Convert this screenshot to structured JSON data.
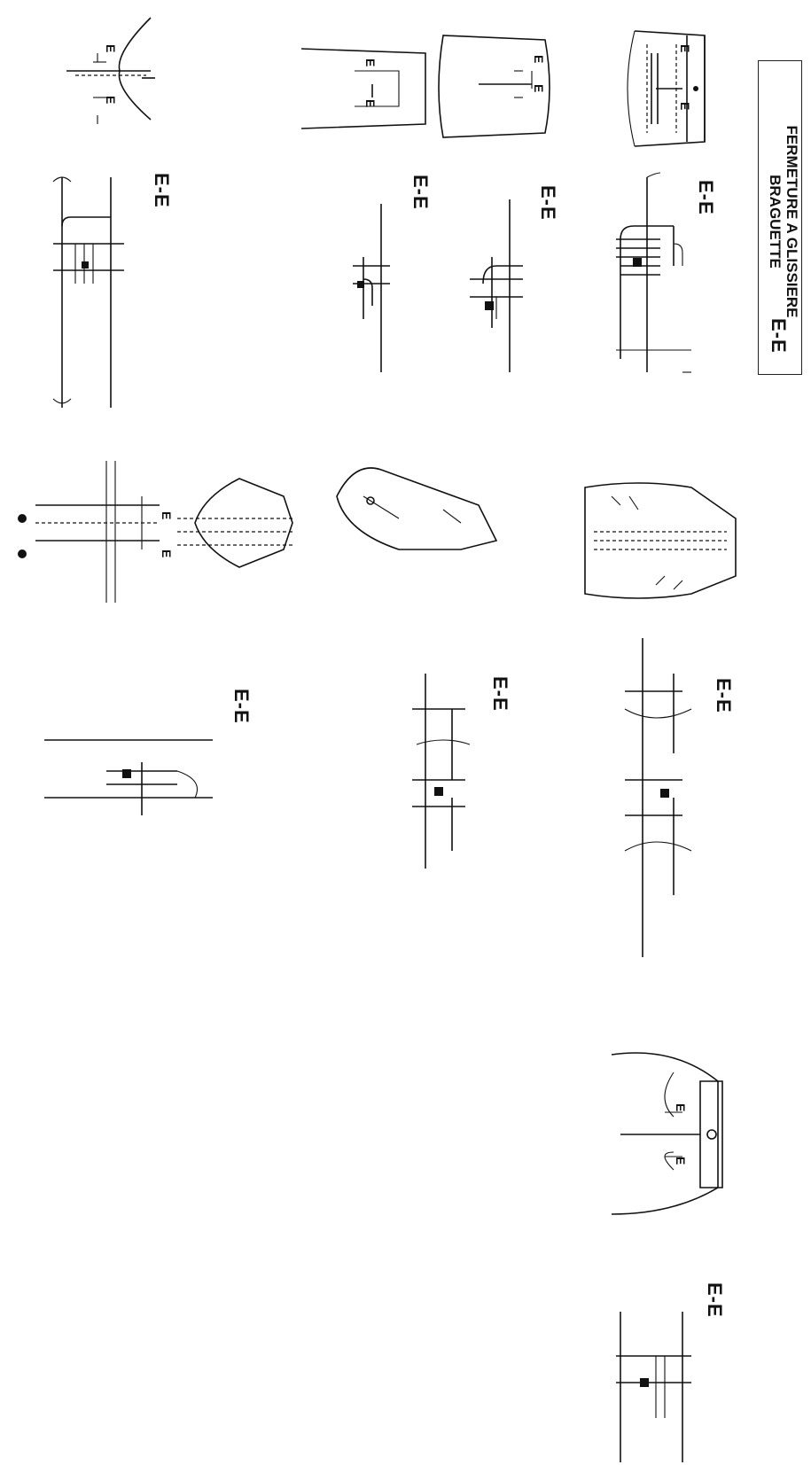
{
  "title": {
    "line1": "FERMETURE A GLISSIERE",
    "line2": "BRAGUETTE",
    "code": "E-E"
  },
  "section_label": "E-E",
  "section_marker": "E",
  "diagrams": [
    {
      "id": "trouser-fly",
      "section": "E-E"
    },
    {
      "id": "skirt-back",
      "section": "E-E"
    },
    {
      "id": "dress-back",
      "section": "E-E"
    },
    {
      "id": "jacket-front",
      "section": "E-E"
    },
    {
      "id": "cuff-sleeve",
      "section": "E-E"
    },
    {
      "id": "jacket-collar",
      "section": "E-E"
    },
    {
      "id": "skirt-waistband",
      "section": "E-E"
    }
  ],
  "colors": {
    "ink": "#111111",
    "paper": "#ffffff"
  }
}
